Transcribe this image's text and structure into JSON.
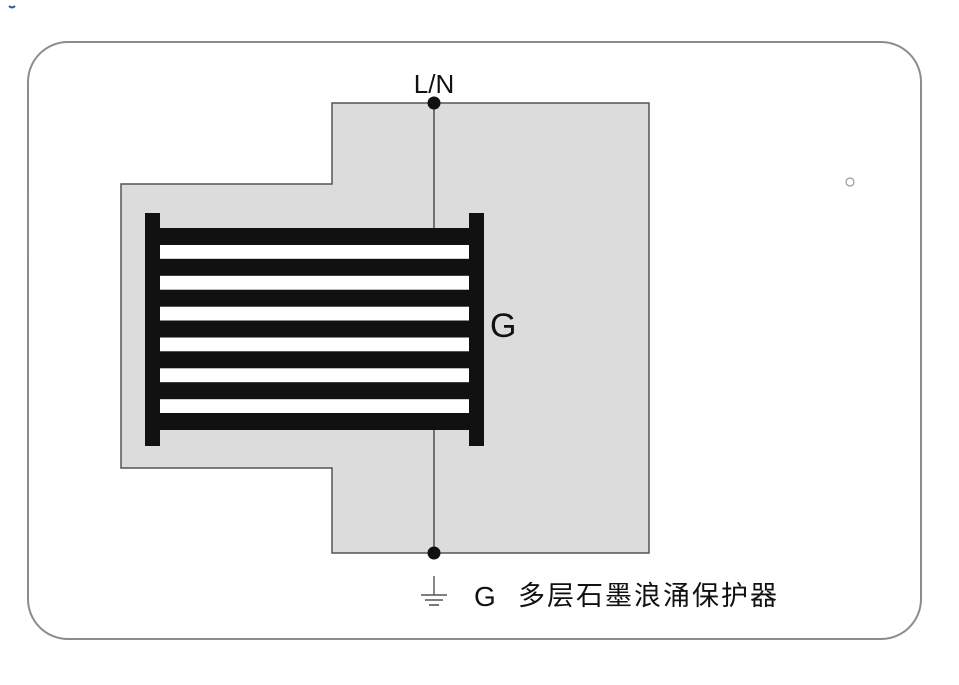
{
  "labels": {
    "terminal_top": "L/N",
    "graphene_label": "G",
    "ground_symbol_label": "G",
    "caption": "多层石墨浪涌保护器"
  },
  "colors": {
    "border": "#8c8c8c",
    "substrate_fill": "#dcdcdc",
    "substrate_stroke": "#555555",
    "wire": "#555555",
    "graphene_bar": "#111111",
    "node": "#111111"
  },
  "graphene": {
    "layer_count": 6
  }
}
